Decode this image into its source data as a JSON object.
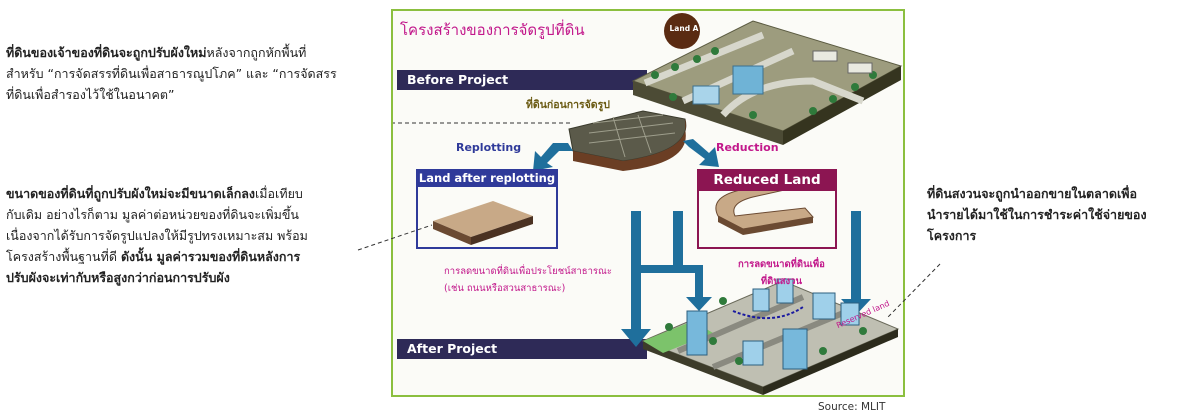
{
  "diagram": {
    "title": "โครงสร้างของการจัดรูปที่ดิน",
    "land_badge": "Land A",
    "before_project": "Before Project",
    "after_project": "After Project",
    "land_before": "ที่ดินก่อนการจัดรูป",
    "replotting": "Replotting",
    "reduction": "Reduction",
    "land_after_replotting": "Land after replotting",
    "reduced_land": "Reduced Land",
    "public_reduction_1": "การลดขนาดที่ดินเพื่อประโยชน์สาธารณะ",
    "public_reduction_2": "(เช่น ถนนหรือสวนสาธารณะ)",
    "reserve_reduction_1": "การลดขนาดที่ดินเพื่อ",
    "reserve_reduction_2": "ที่ดินสงวน",
    "reserved_land": "Reserved land",
    "source": "Source: MLIT",
    "colors": {
      "frame": "#8bbf3f",
      "band": "#2e2a57",
      "magenta": "#c2188b",
      "replot_border": "#2f3a9a",
      "reduced_bg": "#8c1552",
      "arrow": "#1f6f9c"
    }
  },
  "notes": {
    "left_top": {
      "bold": "ที่ดินของเจ้าของที่ดินจะถูกปรับผังใหม่",
      "rest": "หลังจากถูกหักพื้นที่",
      "line2": "สำหรับ “การจัดสรรที่ดินเพื่อสาธารณูปโภค” และ “การจัดสรร",
      "line3": "ที่ดินเพื่อสำรองไว้ใช้ในอนาคต”"
    },
    "left_bottom": {
      "bold1": "ขนาดของที่ดินที่ถูกปรับผังใหม่จะมีขนาดเล็กลง",
      "rest1": "เมื่อเทียบ",
      "line2": "กับเดิม อย่างไรก็ตาม มูลค่าต่อหน่วยของที่ดินจะเพิ่มขึ้น",
      "line3": "เนื่องจากได้รับการจัดรูปแปลงให้มีรูปทรงเหมาะสม พร้อม",
      "line4_plain": "โครงสร้างพื้นฐานที่ดี ",
      "line4_bold": "ดังนั้น มูลค่ารวมของที่ดินหลังการ",
      "line5": "ปรับผังจะเท่ากับหรือสูงกว่าก่อนการปรับผัง"
    },
    "right": {
      "line1": "ที่ดินสงวนจะถูกนำออกขายในตลาดเพื่อ",
      "line2": "นำรายได้มาใช้ในการชำระค่าใช้จ่ายของ",
      "line3": "โครงการ"
    }
  }
}
